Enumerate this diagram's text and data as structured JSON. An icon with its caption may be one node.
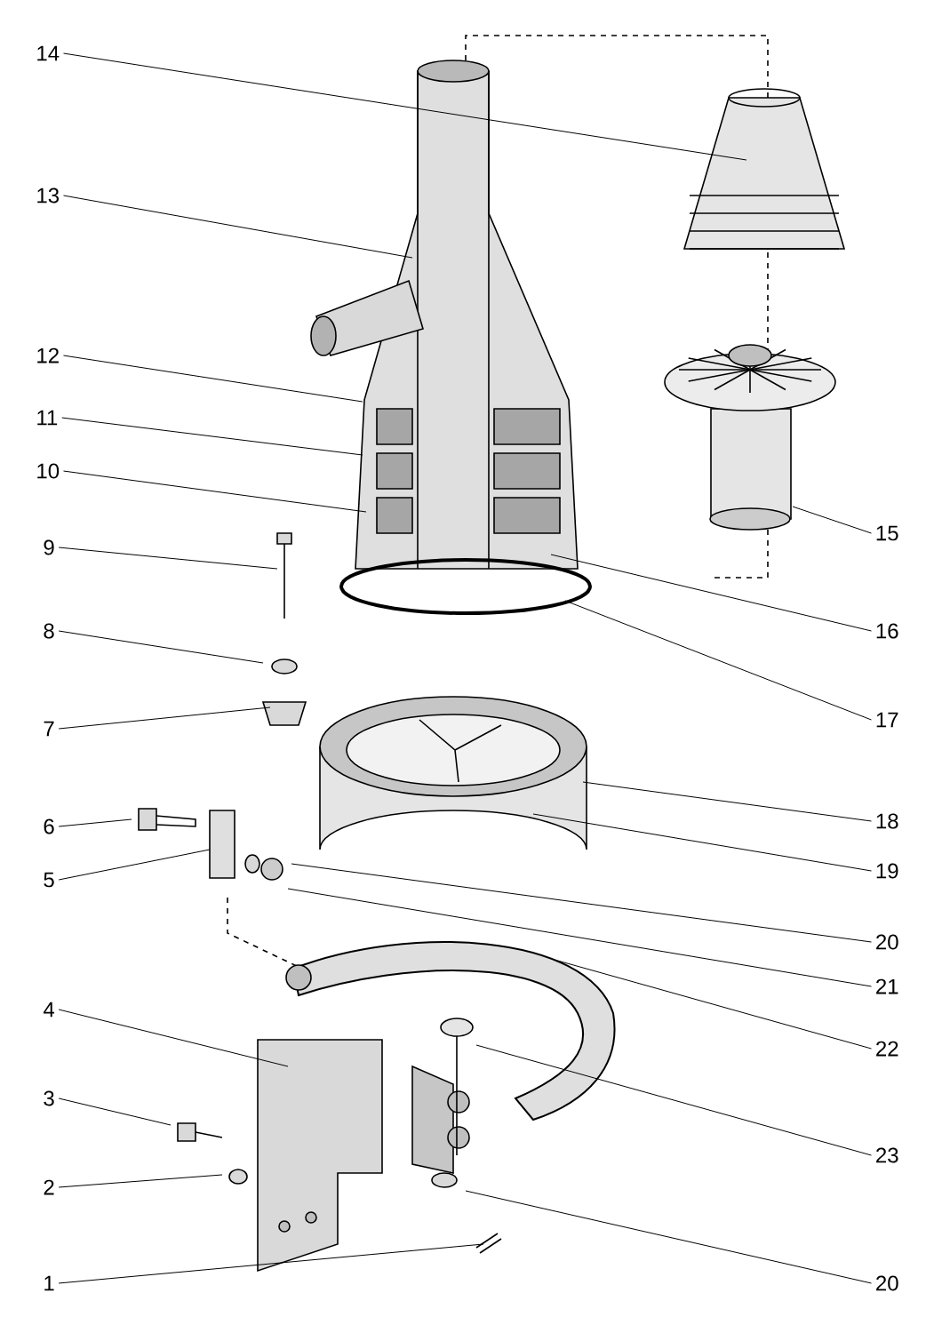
{
  "diagram": {
    "nodes": [
      {
        "text": [
          "14"
        ]
      },
      {
        "text": [
          "13"
        ]
      },
      {
        "text": [
          "12"
        ]
      },
      {
        "text": [
          "11"
        ]
      },
      {
        "text": [
          "10"
        ]
      },
      {
        "text": [
          "9"
        ]
      },
      {
        "text": [
          "8"
        ]
      },
      {
        "text": [
          "7"
        ]
      },
      {
        "text": [
          "6"
        ]
      },
      {
        "text": [
          "5"
        ]
      },
      {
        "text": [
          "4"
        ]
      },
      {
        "text": [
          "3"
        ]
      },
      {
        "text": [
          "2"
        ]
      },
      {
        "text": [
          "1"
        ]
      },
      {
        "text": [
          "15"
        ]
      },
      {
        "text": [
          "16"
        ]
      },
      {
        "text": [
          "17"
        ]
      },
      {
        "text": [
          "18"
        ]
      },
      {
        "text": [
          "19"
        ]
      },
      {
        "text": [
          "20"
        ]
      },
      {
        "text": [
          "21"
        ]
      },
      {
        "text": [
          "22"
        ]
      },
      {
        "text": [
          "23"
        ]
      },
      {
        "text": [
          "20"
        ]
      }
    ],
    "edges": [
      {
        "from": 0,
        "to": null,
        "arrow": "none"
      },
      {
        "from": 1,
        "to": null,
        "arrow": "none"
      },
      {
        "from": 2,
        "to": null,
        "arrow": "none"
      },
      {
        "from": 3,
        "to": null,
        "arrow": "none"
      },
      {
        "from": 4,
        "to": null,
        "arrow": "none"
      },
      {
        "from": 5,
        "to": null,
        "arrow": "none"
      },
      {
        "from": 6,
        "to": null,
        "arrow": "none"
      },
      {
        "from": 7,
        "to": null,
        "arrow": "none"
      },
      {
        "from": 8,
        "to": null,
        "arrow": "none"
      },
      {
        "from": 9,
        "to": null,
        "arrow": "none"
      },
      {
        "from": 10,
        "to": null,
        "arrow": "none"
      },
      {
        "from": 11,
        "to": null,
        "arrow": "none"
      },
      {
        "from": 12,
        "to": null,
        "arrow": "none"
      },
      {
        "from": 13,
        "to": null,
        "arrow": "none"
      },
      {
        "from": 14,
        "to": null,
        "arrow": "none"
      },
      {
        "from": 15,
        "to": null,
        "arrow": "none"
      },
      {
        "from": 16,
        "to": null,
        "arrow": "none"
      },
      {
        "from": 17,
        "to": null,
        "arrow": "none"
      },
      {
        "from": 18,
        "to": null,
        "arrow": "none"
      },
      {
        "from": 19,
        "to": null,
        "arrow": "none"
      },
      {
        "from": 20,
        "to": null,
        "arrow": "none"
      },
      {
        "from": 21,
        "to": null,
        "arrow": "none"
      },
      {
        "from": 22,
        "to": null,
        "arrow": "none"
      },
      {
        "from": 23,
        "to": null,
        "arrow": "none"
      }
    ]
  }
}
